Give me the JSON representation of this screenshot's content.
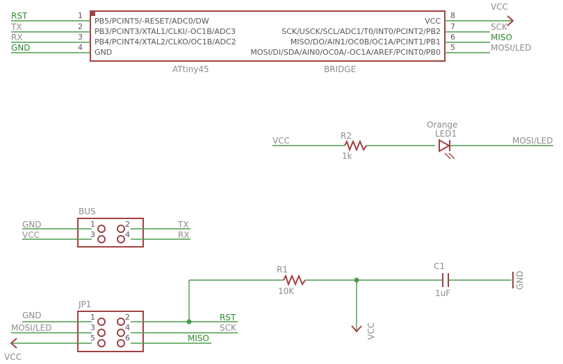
{
  "chip": {
    "name": "ATtiny45",
    "value": "BRIDGE",
    "left_pins": [
      {
        "net": "RST",
        "num": "1",
        "fn": "PB5/PCINT5/-RESET/ADC0/DW"
      },
      {
        "net": "TX",
        "num": "2",
        "fn": "PB3/PCINT3/XTAL1/CLKI/-OC1B/ADC3"
      },
      {
        "net": "RX",
        "num": "3",
        "fn": "PB4/PCINT4/XTAL2/CLKO/OC1B/ADC2"
      },
      {
        "net": "GND",
        "num": "4",
        "fn": "GND"
      }
    ],
    "right_pins": [
      {
        "net": "VCC",
        "num": "8",
        "fn": "VCC"
      },
      {
        "net": "SCK",
        "num": "7",
        "fn": "SCK/USCK/SCL/ADC1/T0/INT0/PCINT2/PB2"
      },
      {
        "net": "MISO",
        "num": "6",
        "fn": "MISO/DO/AIN1/OC0B/OC1A/PCINT1/PB1"
      },
      {
        "net": "MOSI/LED",
        "num": "5",
        "fn": "MOSI/DI/SDA/AIN0/OC0A/-OC1A/AREF/PCINT0/PB0"
      }
    ],
    "vcc_symbol": "VCC"
  },
  "led_circuit": {
    "left_net": "VCC",
    "resistor_name": "R2",
    "resistor_value": "1k",
    "led_value": "Orange",
    "led_name": "LED1",
    "right_net": "MOSI/LED"
  },
  "bus": {
    "name": "BUS",
    "left_nets": [
      "GND",
      "VCC"
    ],
    "right_nets": [
      "TX",
      "RX"
    ],
    "pin_nums": [
      "1",
      "2",
      "3",
      "4"
    ]
  },
  "reset_circuit": {
    "resistor_name": "R1",
    "resistor_value": "10K",
    "cap_name": "C1",
    "cap_value": "1uF",
    "gnd_symbol": "GND",
    "vcc_symbol": "VCC"
  },
  "jp1": {
    "name": "JP1",
    "left_nets": [
      "GND",
      "MOSI/LED"
    ],
    "right_nets": [
      "RST",
      "SCK",
      "MISO"
    ],
    "pin_nums": [
      "1",
      "2",
      "3",
      "4",
      "5",
      "6"
    ],
    "vcc_symbol": "VCC"
  },
  "colors": {
    "wire": "#4a9a4a",
    "part": "#a04040",
    "label": "#8c8c8c",
    "net": "#2e8b2e"
  }
}
